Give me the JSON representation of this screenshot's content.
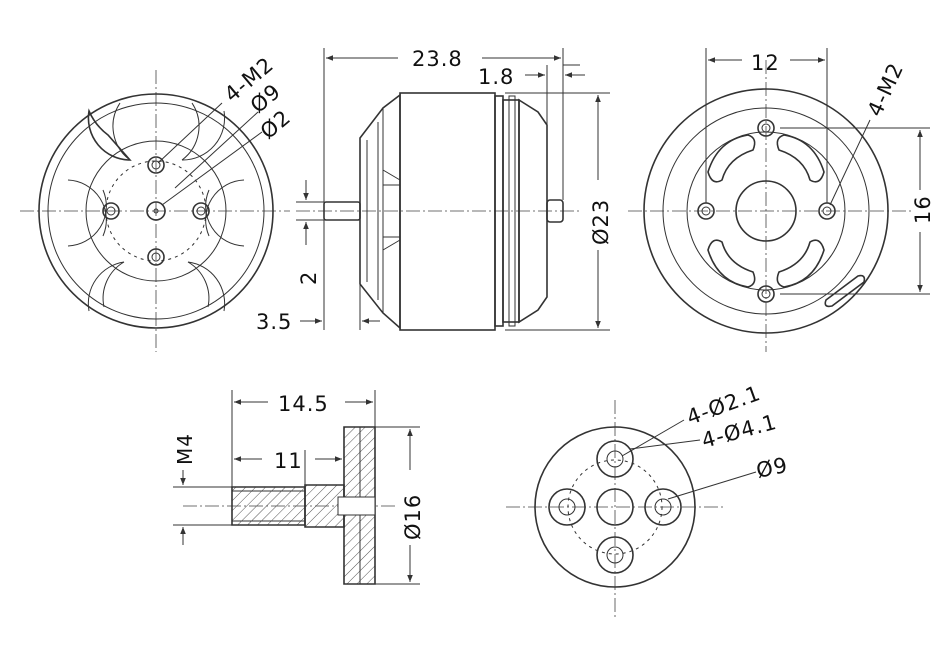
{
  "front_view": {
    "labels": [
      "4-M2",
      "Ø9",
      "Ø2"
    ]
  },
  "side_view": {
    "labels": [
      "23.8",
      "1.8",
      "Ø23",
      "2",
      "3.5"
    ]
  },
  "rear_view": {
    "labels": [
      "12",
      "4-M2",
      "16"
    ]
  },
  "prop_adapter": {
    "labels": [
      "14.5",
      "11",
      "M4",
      "Ø16"
    ]
  },
  "mount_view": {
    "labels": [
      "4-Ø2.1",
      "4-Ø4.1",
      "Ø9"
    ]
  }
}
